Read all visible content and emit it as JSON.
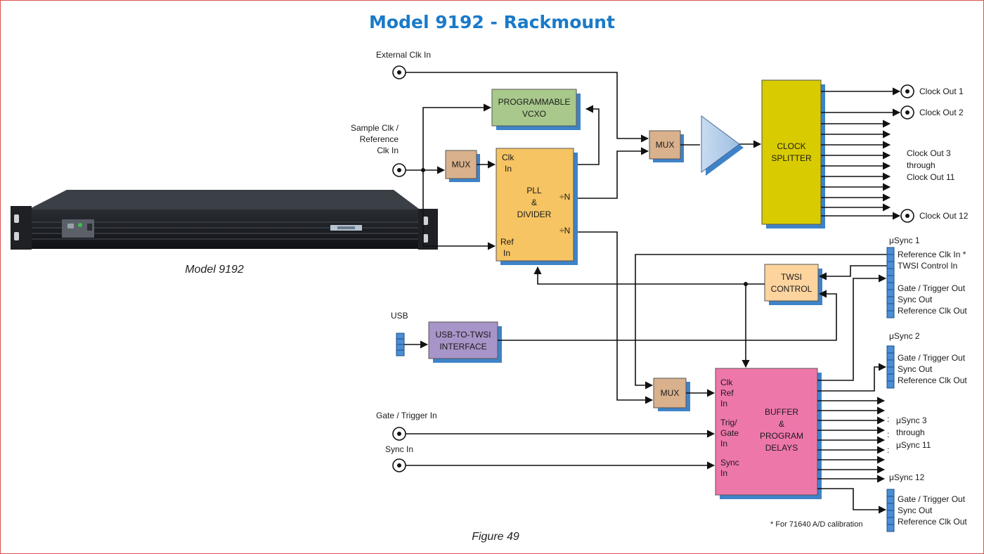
{
  "title": "Model 9192 - Rackmount",
  "photo_caption": "Model 9192",
  "figure_caption": "Figure 49",
  "footnote": "* For 71640 A/D calibration",
  "inputs": {
    "external_clk": "External Clk In",
    "sample_clk": [
      "Sample Clk /",
      "Reference",
      "Clk In"
    ],
    "usb": "USB",
    "gate_trigger": "Gate / Trigger In",
    "sync": "Sync In"
  },
  "blocks": {
    "vcxo": [
      "PROGRAMMABLE",
      "VCXO"
    ],
    "mux": "MUX",
    "pll": {
      "clk_in": [
        "Clk",
        "In"
      ],
      "ref_in": [
        "Ref",
        "In"
      ],
      "center": [
        "PLL",
        "&",
        "DIVIDER"
      ],
      "div_n": "÷N"
    },
    "clock_splitter": [
      "CLOCK",
      "SPLITTER"
    ],
    "twsi_control": [
      "TWSI",
      "CONTROL"
    ],
    "usb_twsi": [
      "USB-TO-TWSI",
      "INTERFACE"
    ],
    "buffer": {
      "clk_ref_in": [
        "Clk",
        "Ref",
        "In"
      ],
      "trig_gate_in": [
        "Trig/",
        "Gate",
        "In"
      ],
      "sync_in": [
        "Sync",
        "In"
      ],
      "center": [
        "BUFFER",
        "&",
        "PROGRAM",
        "DELAYS"
      ]
    }
  },
  "outputs": {
    "clock_out_1": "Clock Out 1",
    "clock_out_2": "Clock Out 2",
    "clock_out_mid": [
      "Clock Out 3",
      "through",
      "Clock Out 11"
    ],
    "clock_out_12": "Clock Out 12",
    "usync1": {
      "label": "μSync 1",
      "lines": [
        "Reference Clk In *",
        "TWSI Control In",
        "Gate / Trigger Out",
        "Sync Out",
        "Reference Clk Out"
      ]
    },
    "usync2": {
      "label": "μSync 2",
      "lines": [
        "Gate / Trigger Out",
        "Sync Out",
        "Reference Clk Out"
      ]
    },
    "usync_mid": [
      "μSync 3",
      "through",
      "μSync 11"
    ],
    "usync12": {
      "label": "μSync 12",
      "lines": [
        "Gate / Trigger Out",
        "Sync Out",
        "Reference Clk Out"
      ]
    }
  },
  "colors": {
    "title": "#1a7ac9",
    "vcxo": "#a9c98c",
    "mux": "#d9b18c",
    "pll": "#f6c462",
    "splitter": "#d8cc00",
    "twsi": "#fdd49e",
    "usb_twsi": "#a794c8",
    "buffer": "#ee77aa",
    "shadow": "#3e83c8"
  }
}
